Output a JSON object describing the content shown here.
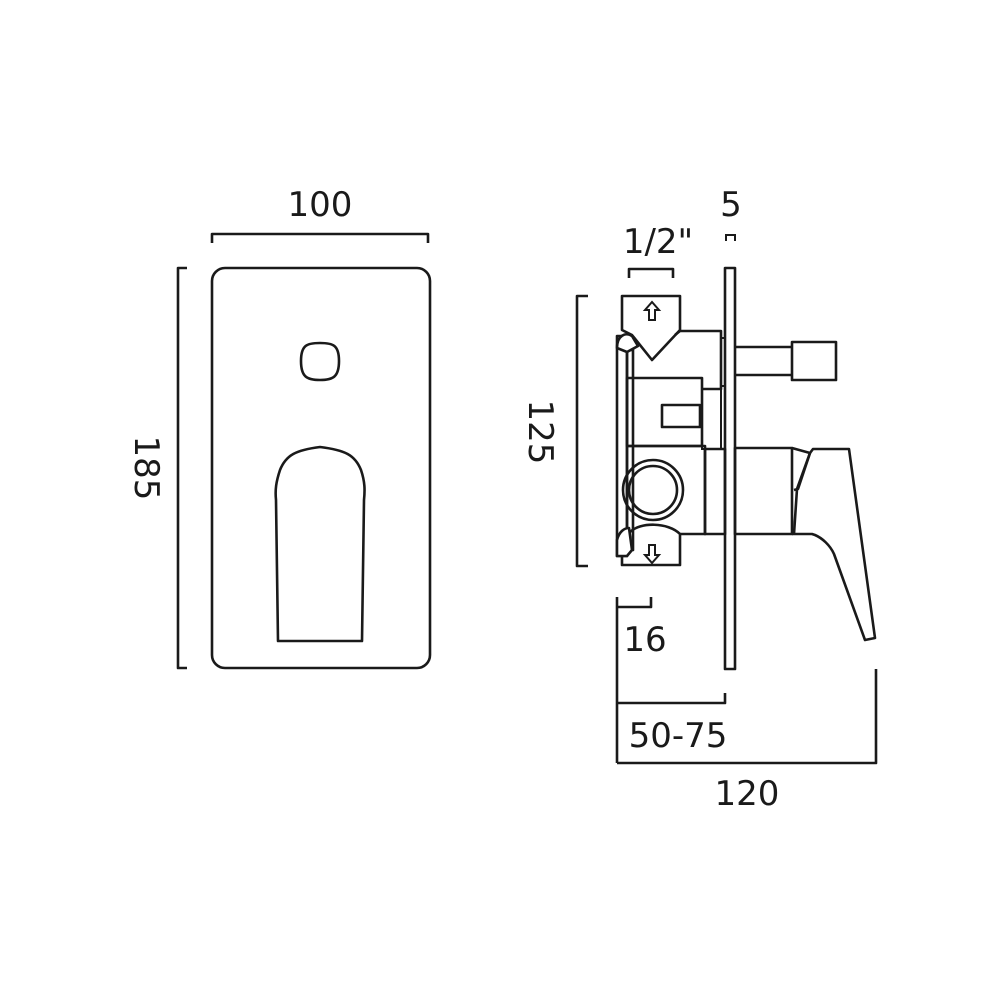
{
  "drawing": {
    "subject": "Concealed manual shower valve with diverter — technical dimension drawing",
    "units": "mm",
    "stroke_color": "#1a1a1a",
    "background_color": "#ffffff"
  },
  "front_view": {
    "width_label": "100",
    "height_label": "185",
    "components": [
      "wall-plate",
      "diverter-button",
      "lever-handle"
    ]
  },
  "side_view": {
    "body_height_label": "125",
    "inlet_size_label": "1/2\"",
    "plate_thickness_label": "5",
    "min_depth_label": "16",
    "wall_depth_range_label": "50-75",
    "total_projection_label": "120",
    "flow_arrows": [
      "up",
      "down"
    ],
    "components": [
      "valve-body",
      "inlet-port",
      "outlet-port",
      "wall-plate",
      "diverter-button",
      "lever-handle"
    ]
  }
}
